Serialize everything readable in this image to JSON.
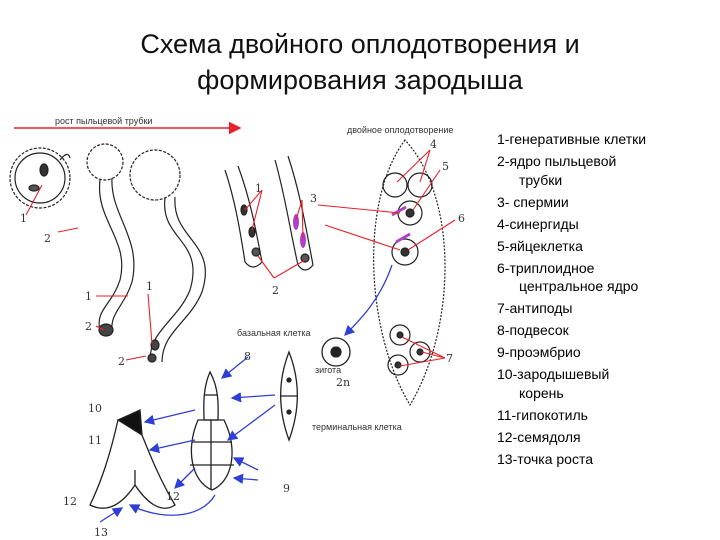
{
  "title": {
    "line1": "Схема двойного оплодотворения и",
    "line2": "формирования зародыша"
  },
  "captions": {
    "pollen_tube_growth": "рост пыльцевой трубки",
    "double_fertilization": "двойное оплодотворение",
    "basal_cell": "базальная клетка",
    "zygote": "зигота",
    "zygote_ploidy": "2n",
    "terminal_cell": "терминальная клетка"
  },
  "figure_numbers": {
    "n1a": "1",
    "n2a": "2",
    "n1b": "1",
    "n1c": "1",
    "n2b": "2",
    "n2c": "2",
    "n1d": "1",
    "n3": "3",
    "n2d": "2",
    "n4": "4",
    "n5": "5",
    "n6": "6",
    "n7": "7",
    "n8": "8",
    "n9": "9",
    "n10": "10",
    "n11": "11",
    "n12a": "12",
    "n12b": "12",
    "n13": "13"
  },
  "legend": [
    {
      "main": "1-генеративные клетки",
      "cont": ""
    },
    {
      "main": "2-ядро пыльцевой",
      "cont": "трубки"
    },
    {
      "main": "3- спермии",
      "cont": ""
    },
    {
      "main": "4-синергиды",
      "cont": ""
    },
    {
      "main": "5-яйцеклетка",
      "cont": ""
    },
    {
      "main": "6-триплоидное",
      "cont": "центральное ядро"
    },
    {
      "main": "7-антиподы",
      "cont": ""
    },
    {
      "main": "8-подвесок",
      "cont": ""
    },
    {
      "main": "9-проэмбрио",
      "cont": ""
    },
    {
      "main": "10-зародышевый",
      "cont": "корень"
    },
    {
      "main": "11-гипокотиль",
      "cont": ""
    },
    {
      "main": "12-семядоля",
      "cont": ""
    },
    {
      "main": "13-точка роста",
      "cont": ""
    }
  ],
  "colors": {
    "arrow": "#e8202a",
    "blue_arrow": "#2f3fd6",
    "sperm": "#b040c8",
    "outline": "#222222"
  }
}
